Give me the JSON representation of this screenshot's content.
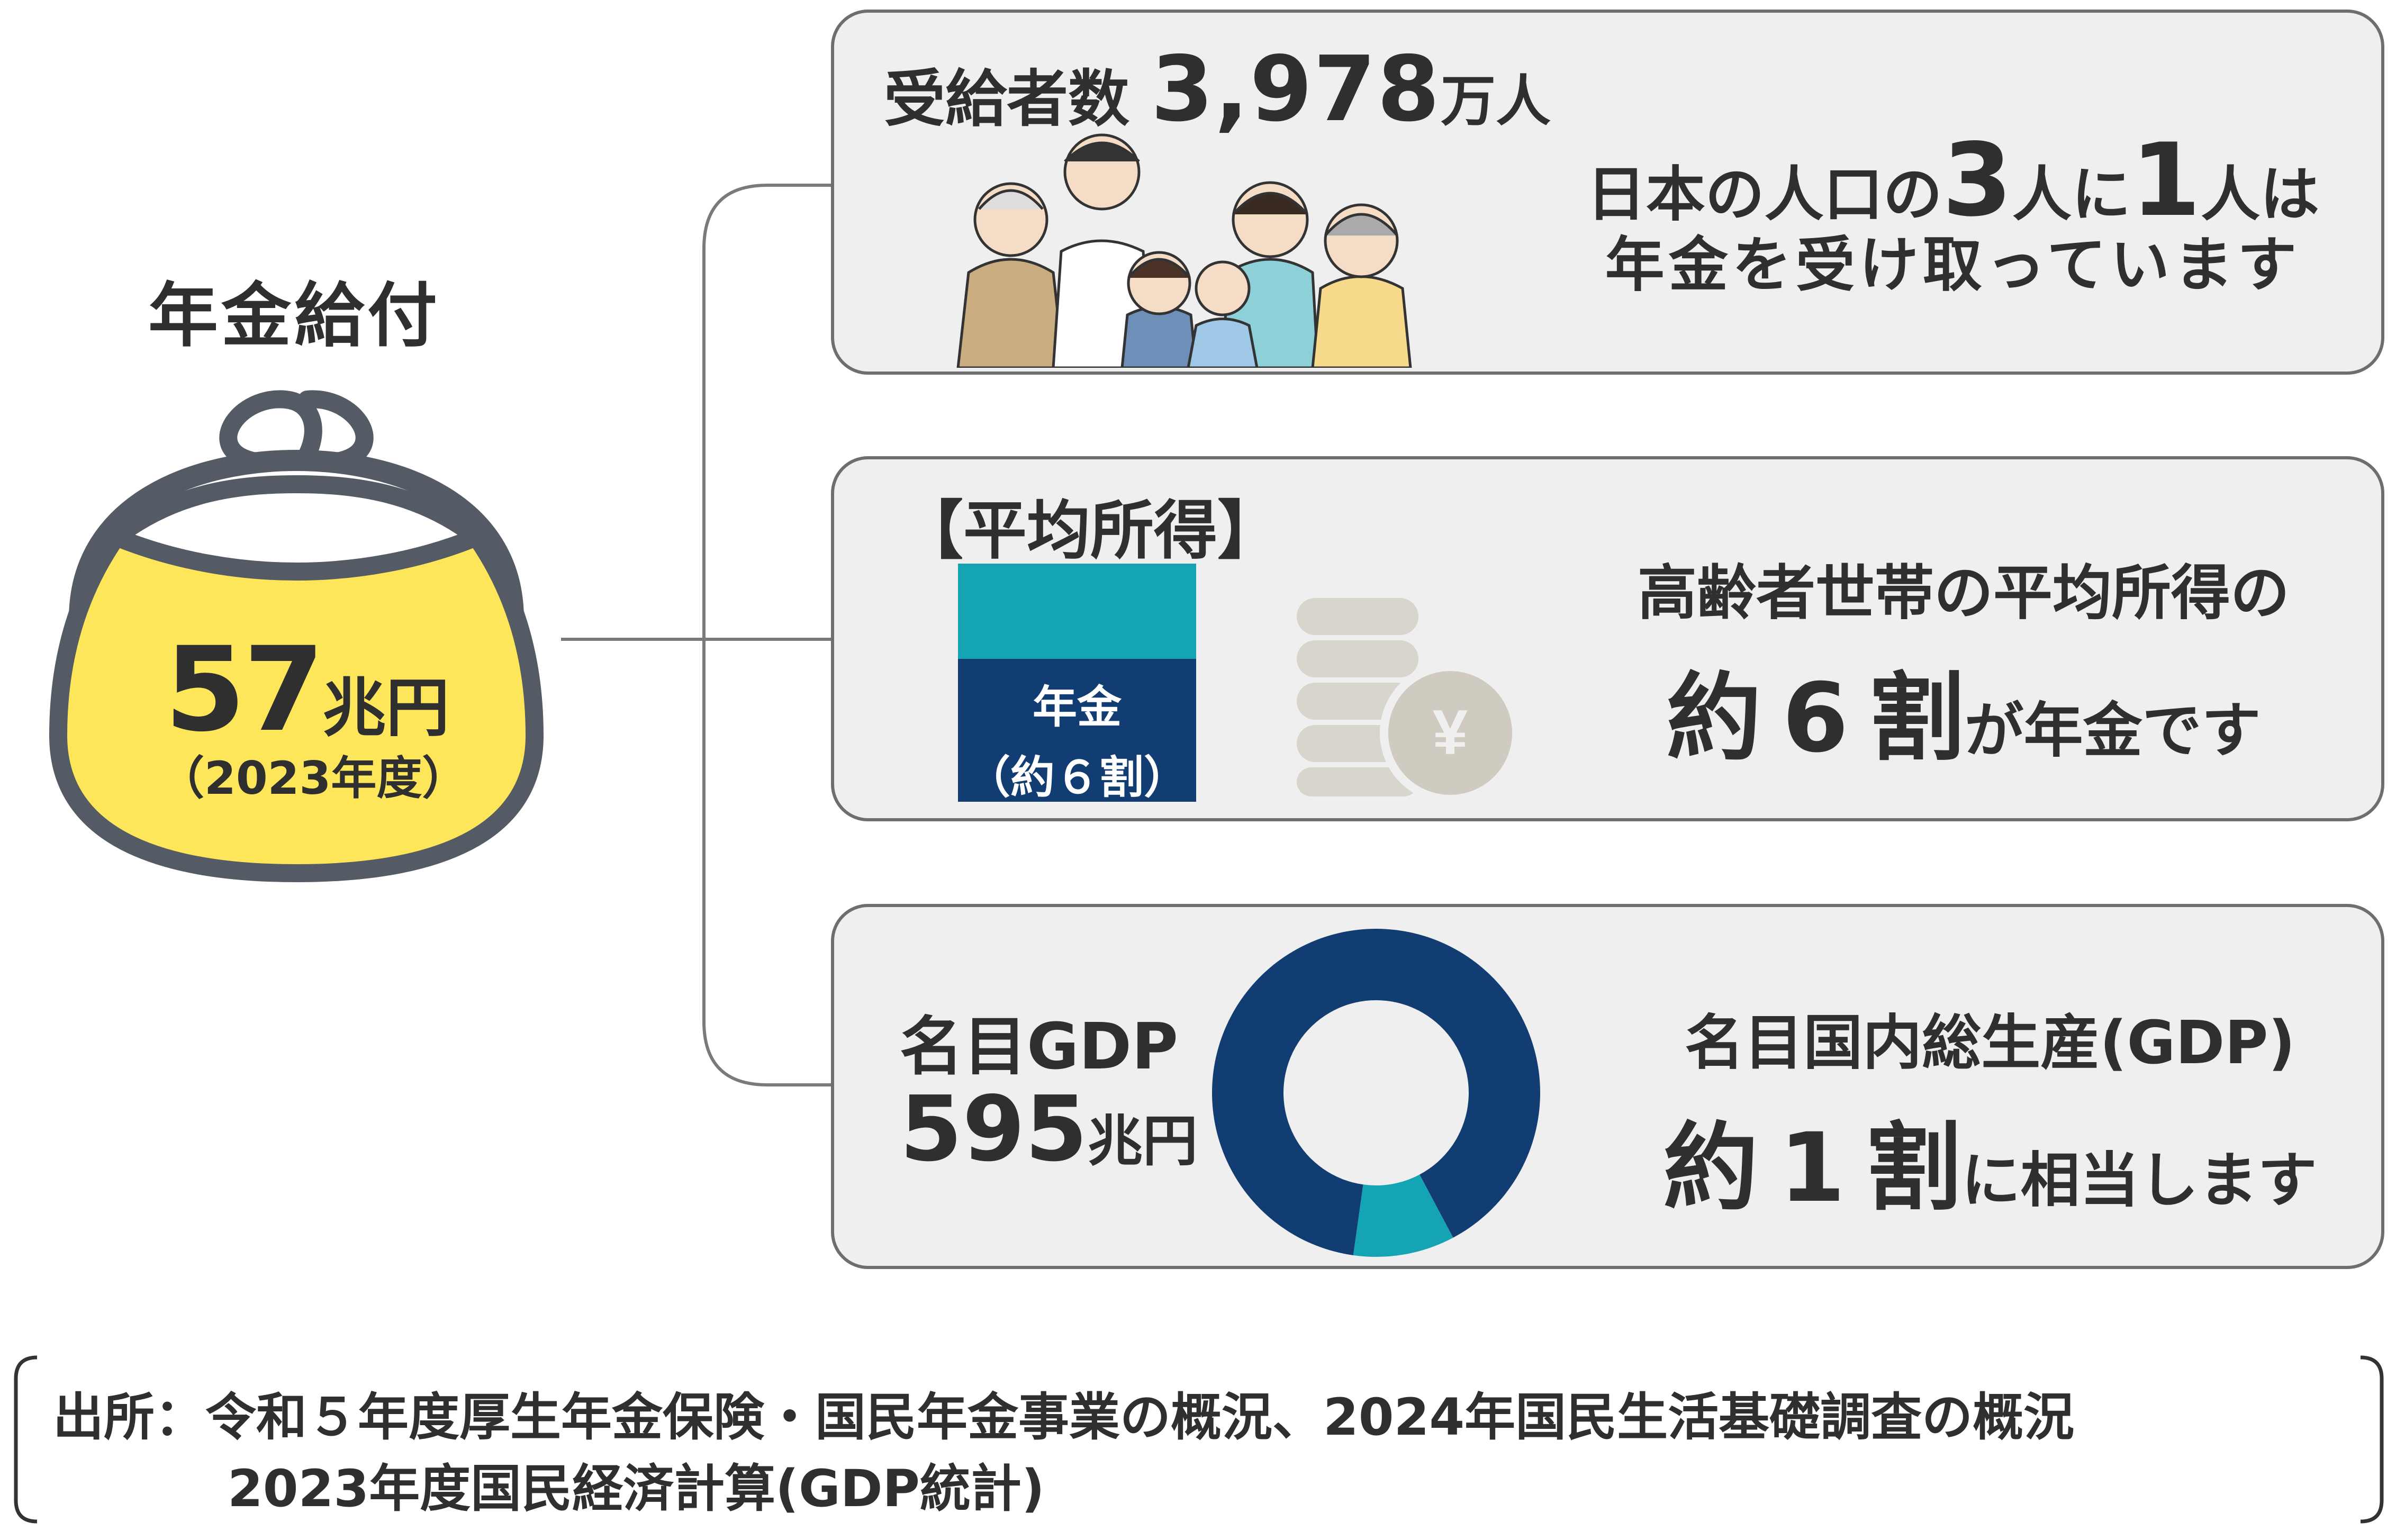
{
  "left": {
    "title": "年金給付",
    "amount_num": "57",
    "amount_unit": "兆円",
    "year": "（2023年度）",
    "colors": {
      "purse_fill": "#fde65a",
      "purse_stroke": "#545b64"
    }
  },
  "panel1": {
    "label_prefix": "受給者数",
    "label_number": "3,978",
    "label_unit": "万人",
    "line1_a": "日本の人口の",
    "line1_b": "3",
    "line1_c": "人に",
    "line1_d": "1",
    "line1_e": "人は",
    "line2": "年金を受け取っています",
    "icon": "family-illustration"
  },
  "panel2": {
    "label": "【平均所得】",
    "bar_label_1": "年金",
    "bar_label_2": "（約６割）",
    "icon": "coins-yen-icon",
    "coin_symbol": "¥",
    "line1": "高齢者世帯の平均所得の",
    "line2_a": "約",
    "line2_b": "6",
    "line2_c": "割",
    "line2_d": "が年金です",
    "colors": {
      "top": "#15a4b3",
      "bottom": "#123d73"
    }
  },
  "panel3": {
    "label1": "名目GDP",
    "label2_num": "595",
    "label2_unit": "兆円",
    "line1": "名目国内総生産(GDP)",
    "line2_a": "約",
    "line2_b": "1",
    "line2_c": "割",
    "line2_d": "に相当します",
    "donut_share": 0.1,
    "colors": {
      "major": "#123d73",
      "minor": "#15a4b3"
    }
  },
  "source": {
    "line1": "出所：令和５年度厚生年金保険・国民年金事業の概況、2024年国民生活基礎調査の概況",
    "line2": "2023年度国民経済計算(GDP統計)"
  }
}
